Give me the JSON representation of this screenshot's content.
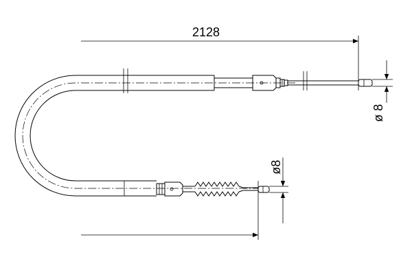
{
  "drawing": {
    "overall_length": "2128",
    "diameter_upper": "ø 8",
    "diameter_lower": "ø8"
  }
}
